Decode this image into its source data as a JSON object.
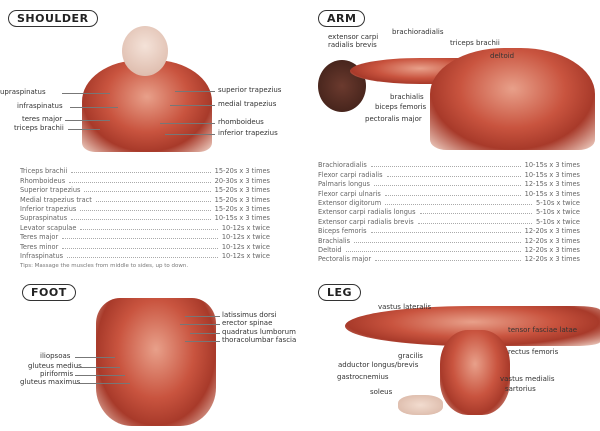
{
  "shoulder": {
    "title": "SHOULDER",
    "labels_left": [
      "upraspinatus",
      "infraspinatus",
      "teres major",
      "triceps brachii"
    ],
    "labels_right": [
      "superior trapezius",
      "medial trapezius",
      "rhomboideus",
      "inferior trapezius"
    ],
    "rows": [
      [
        "Triceps brachii",
        "15-20s x 3 times"
      ],
      [
        "Rhomboideus",
        "20-30s x 3 times"
      ],
      [
        "Superior trapezius",
        "15-20s x 3 times"
      ],
      [
        "Medial trapezius tract",
        "15-20s x 3 times"
      ],
      [
        "Inferior trapezius",
        "15-20s x 3 times"
      ],
      [
        "Supraspinatus",
        "10-15s x 3 times"
      ],
      [
        "Levator scapulae",
        "10-12s x twice"
      ],
      [
        "Teres major",
        "10-12s x twice"
      ],
      [
        "Teres minor",
        "10-12s x twice"
      ],
      [
        "Infraspinatus",
        "10-12s x twice"
      ]
    ],
    "tip": "Tips: Massage the muscles from middle to sides, up to down."
  },
  "arm": {
    "title": "ARM",
    "labels": [
      "extensor carpi\nradialis brevis",
      "brachioradialis",
      "triceps brachii",
      "deltoid",
      "brachialis",
      "biceps femoris",
      "pectoralis major"
    ],
    "rows": [
      [
        "Brachioradialis",
        "10-15s x 3 times"
      ],
      [
        "Flexor carpi radialis",
        "10-15s x 3 times"
      ],
      [
        "Palmaris longus",
        "12-15s x 3 times"
      ],
      [
        "Flexor carpi ulnaris",
        "10-15s x 3 times"
      ],
      [
        "Extensor digitorum",
        "5-10s x twice"
      ],
      [
        "Extensor carpi radialis longus",
        "5-10s x twice"
      ],
      [
        "Extensor carpi radialis brevis",
        "5-10s x twice"
      ],
      [
        "Biceps femoris",
        "12-20s x 3 times"
      ],
      [
        "Brachialis",
        "12-20s x 3 times"
      ],
      [
        "Deltoid",
        "12-20s x 3 times"
      ],
      [
        "Pectoralis major",
        "12-20s x 3 times"
      ]
    ]
  },
  "foot": {
    "title": "FOOT",
    "labels_right": [
      "latissimus dorsi",
      "erector spinae",
      "quadratus lumborum",
      "thoracolumbar fascia"
    ],
    "labels_left": [
      "iliopsoas",
      "gluteus medius",
      "piriformis",
      "gluteus maximus"
    ]
  },
  "leg": {
    "title": "LEG",
    "labels": [
      "vastus lateralis",
      "tensor fasciae latae",
      "gracilis",
      "rectus femoris",
      "adductor longus/brevis",
      "gastrocnemius",
      "vastus medialis",
      "sartorius",
      "soleus"
    ]
  },
  "colors": {
    "muscle": "#c9543f",
    "text": "#333333"
  }
}
